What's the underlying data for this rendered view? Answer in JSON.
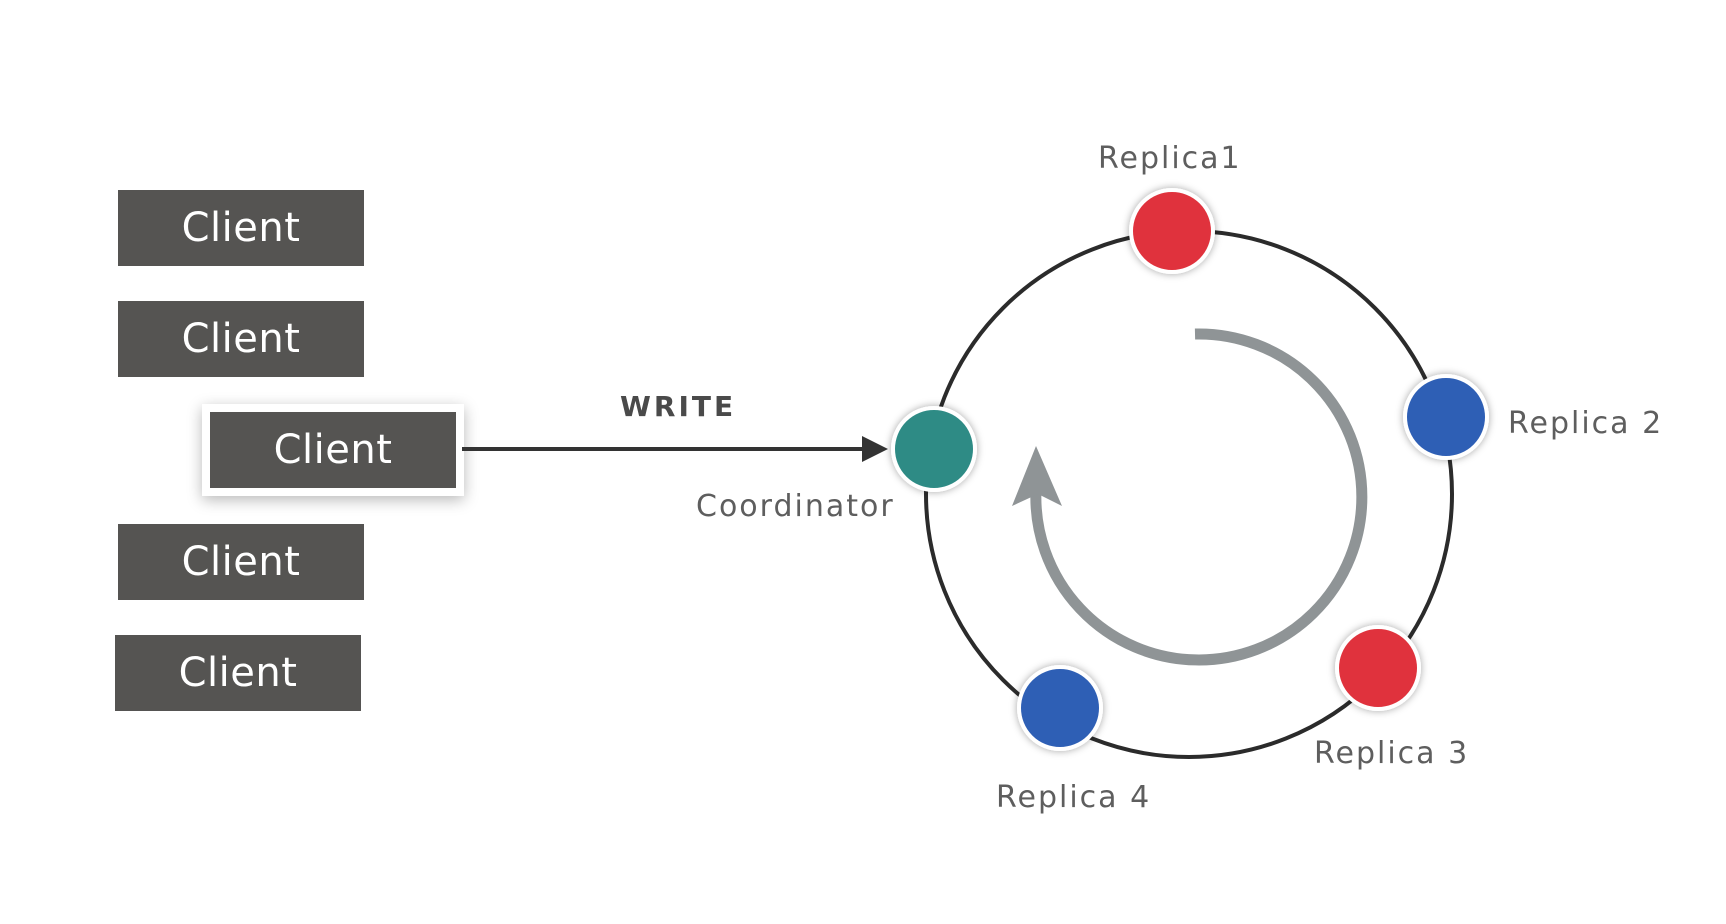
{
  "clients": [
    {
      "label": "Client"
    },
    {
      "label": "Client"
    },
    {
      "label": "Client",
      "active": true
    },
    {
      "label": "Client"
    },
    {
      "label": "Client"
    }
  ],
  "write_label": "WRITE",
  "coordinator": {
    "label": "Coordinator",
    "color": "#2e8b85"
  },
  "replicas": [
    {
      "label": "Replica1",
      "color": "#e0323c"
    },
    {
      "label": "Replica 2",
      "color": "#2d5eb5"
    },
    {
      "label": "Replica 3",
      "color": "#e0323c"
    },
    {
      "label": "Replica 4",
      "color": "#2d5eb5"
    }
  ],
  "colors": {
    "client_box": "#555452",
    "ring": "#2b2b2b",
    "flow_arrow": "#8f9496",
    "write_arrow": "#333333"
  }
}
